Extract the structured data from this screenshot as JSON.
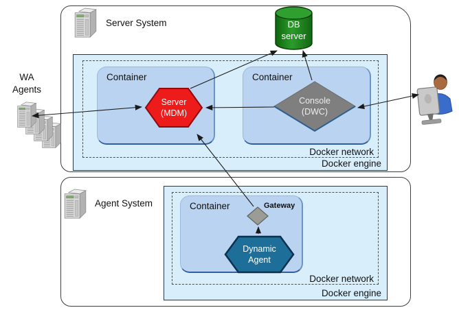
{
  "server_system": {
    "label": "Server System",
    "docker_engine_label": "Docker engine",
    "docker_network_label": "Docker network",
    "container1_label": "Container",
    "container2_label": "Container",
    "server_node": {
      "line1": "Server",
      "line2": "(MDM)"
    },
    "console_node": {
      "line1": "Console",
      "line2": "(DWC)"
    }
  },
  "agent_system": {
    "label": "Agent System",
    "docker_engine_label": "Docker engine",
    "docker_network_label": "Docker network",
    "container_label": "Container",
    "gateway_label": "Gateway",
    "dynamic_agent_node": {
      "line1": "Dynamic",
      "line2": "Agent"
    }
  },
  "external": {
    "db_server": {
      "line1": "DB",
      "line2": "server"
    },
    "wa_agents": {
      "line1": "WA",
      "line2": "Agents"
    }
  },
  "icons": {
    "server_system_icon": "server-tower-icon",
    "agent_system_icon": "server-tower-icon",
    "wa_agents_icon": "server-tower-stack-icon",
    "user_icon": "user-at-computer-icon",
    "db_icon": "database-cylinder-icon"
  },
  "edges": [
    {
      "from": "WA Agents",
      "to": "Server (MDM)",
      "bidirectional": true
    },
    {
      "from": "Console (DWC)",
      "to": "Server (MDM)",
      "bidirectional": false
    },
    {
      "from": "Console (DWC)",
      "to": "User",
      "bidirectional": true
    },
    {
      "from": "Server (MDM)",
      "to": "DB server",
      "bidirectional": false
    },
    {
      "from": "Console (DWC)",
      "to": "DB server",
      "bidirectional": false
    },
    {
      "from": "Gateway",
      "to": "Server (MDM)",
      "bidirectional": false
    },
    {
      "from": "Dynamic Agent",
      "to": "Gateway",
      "bidirectional": false
    }
  ],
  "colors": {
    "engine_fill": "#d9eefb",
    "container_fill": "#b9d3f0",
    "server_node_fill": "#ee1b1b",
    "server_node_border": "#8e0b10",
    "console_node_fill": "#7f7f7f",
    "console_node_edge": "#2d5e8e",
    "gateway_fill": "#9c9c96",
    "dynamic_agent_fill": "#1d6e99",
    "dynamic_agent_border": "#0b3050",
    "db_body_fill": "#1e8c1e",
    "db_top_fill": "#2fa02f",
    "arrow_color": "#1a1a1a"
  }
}
